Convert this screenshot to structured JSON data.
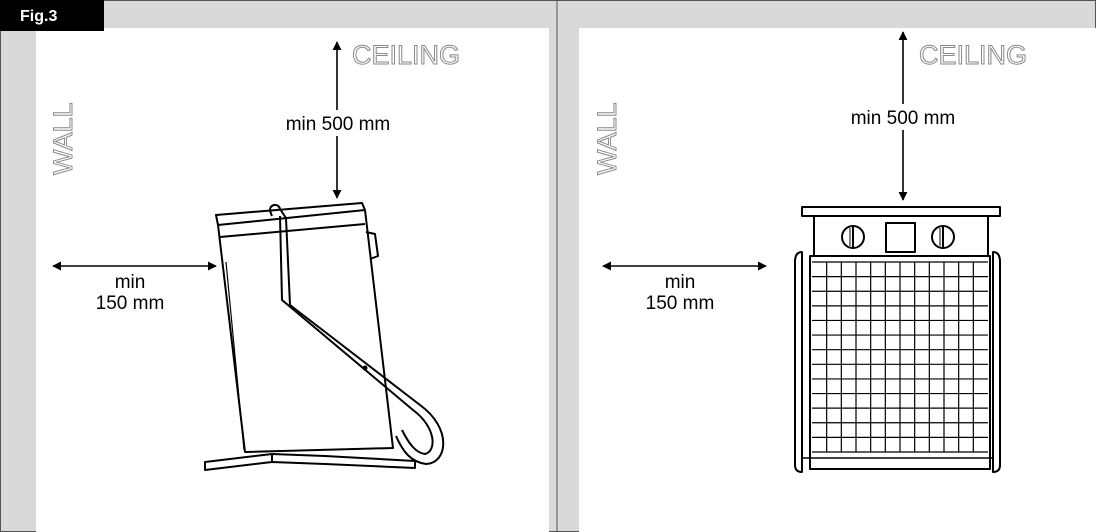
{
  "figure": {
    "tag": "Fig.3"
  },
  "panels": [
    {
      "wall_label": "WALL",
      "ceiling_label": "CEILING",
      "top_clearance": "min 500 mm",
      "side_clearance_line1": "min",
      "side_clearance_line2": "150 mm"
    },
    {
      "wall_label": "WALL",
      "ceiling_label": "CEILING",
      "top_clearance": "min 500 mm",
      "side_clearance_line1": "min",
      "side_clearance_line2": "150 mm"
    }
  ],
  "colors": {
    "frame_gray": "#d9d9d9",
    "tag_background": "#000000",
    "line": "#000000"
  }
}
